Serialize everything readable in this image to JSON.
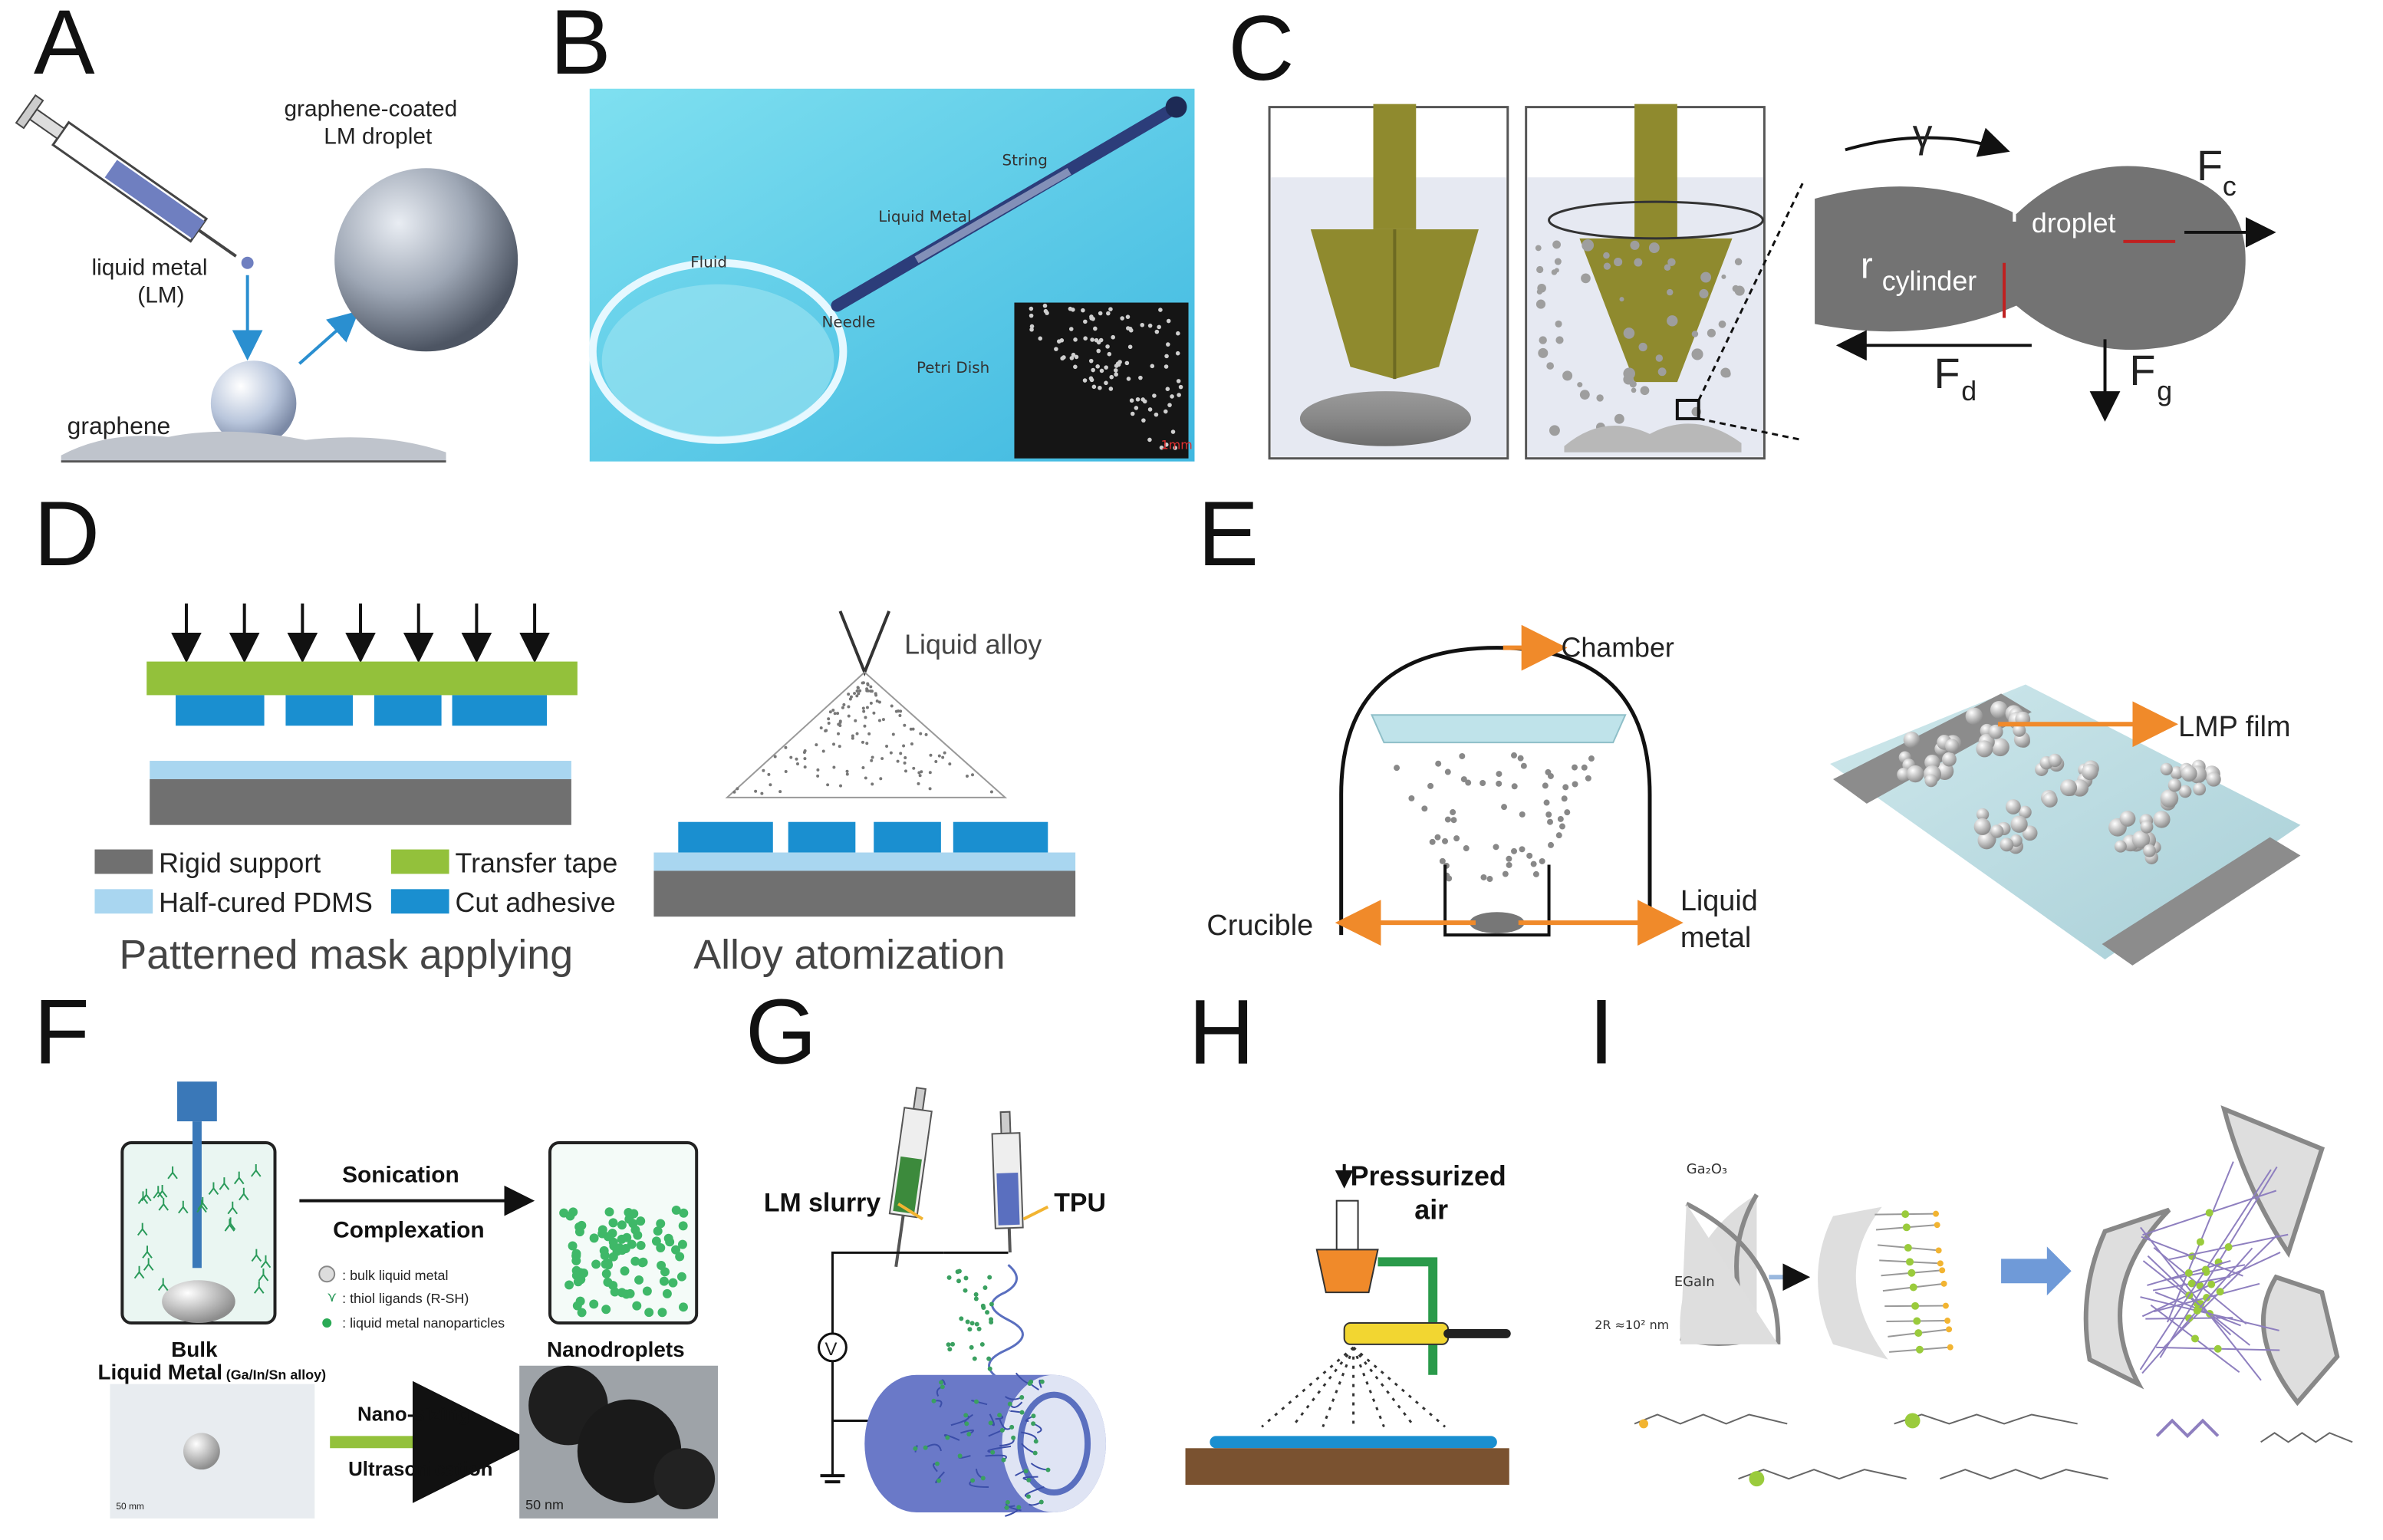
{
  "panels": {
    "A": {
      "label": "A",
      "liquid_metal": "liquid metal",
      "lm": "(LM)",
      "coated_1": "graphene-coated",
      "coated_2": "LM droplet",
      "graphene": "graphene"
    },
    "B": {
      "label": "B",
      "string": "String",
      "liquid_metal": "Liquid Metal",
      "fluid": "Fluid",
      "needle": "Needle",
      "petri": "Petri Dish",
      "scale": "1mm"
    },
    "C": {
      "label": "C",
      "gamma": "γ",
      "r_droplet": "r",
      "r_droplet_sub": "droplet",
      "r_cylinder": "r",
      "r_cylinder_sub": "cylinder",
      "fc": "F",
      "fc_sub": "c",
      "fd": "F",
      "fd_sub": "d",
      "fg": "F",
      "fg_sub": "g"
    },
    "D": {
      "label": "D",
      "liquid_alloy": "Liquid alloy",
      "legend": [
        "Rigid support",
        "Transfer tape",
        "Half-cured PDMS",
        "Cut adhesive"
      ],
      "caption_left": "Patterned mask applying",
      "caption_right": "Alloy atomization"
    },
    "E": {
      "label": "E",
      "chamber": "Chamber",
      "crucible": "Crucible",
      "liquid_1": "Liquid",
      "liquid_2": "metal",
      "lmp_film": "LMP film"
    },
    "F": {
      "label": "F",
      "sonication": "Sonication",
      "complexation": "Complexation",
      "legend_1": ": bulk liquid metal",
      "legend_2": ": thiol ligands (R-SH)",
      "legend_3": ": liquid metal nanoparticles",
      "bulk_1": "Bulk",
      "bulk_2": "Liquid Metal",
      "bulk_3": "(Ga/In/Sn alloy)",
      "nanodroplets": "Nanodroplets",
      "nano_sizing": "Nano-sizing",
      "ultrasonication": "Ultrasonication",
      "scale_left": "50 mm",
      "scale_right": "50 nm"
    },
    "G": {
      "label": "G",
      "lm_slurry": "LM slurry",
      "tpu": "TPU",
      "v": "V"
    },
    "H": {
      "label": "H",
      "pressurized": "Pressurized",
      "air": "air"
    },
    "I": {
      "label": "I",
      "ga2o3": "Ga₂O₃",
      "egain": "EGaIn",
      "radius": "2R ≈10² nm"
    }
  },
  "colors": {
    "olive": "#8f8a2e",
    "blue_cut": "#1a8fd0",
    "green_tape": "#93c13b",
    "pdms": "#a9d6f0",
    "rigid": "#707070",
    "orange": "#f08a2a"
  }
}
